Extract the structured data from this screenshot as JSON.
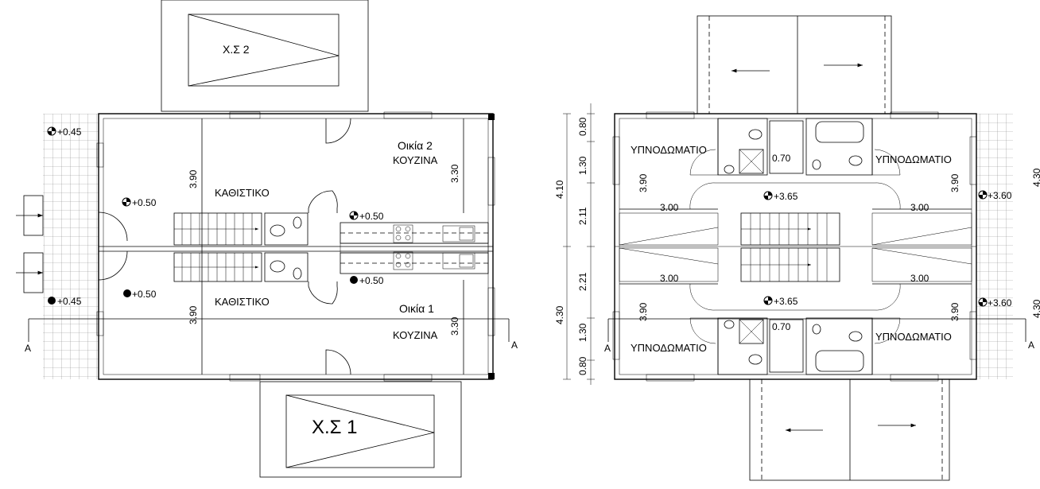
{
  "ground_floor": {
    "garage_2_label": "Χ.Σ 2",
    "garage_1_label": "Χ.Σ 1",
    "house_2_label": "Οικία 2",
    "house_1_label": "Οικία 1",
    "kitchen_2_label": "ΚΟΥΖΙΝΑ",
    "kitchen_1_label": "ΚΟΥΖΙΝΑ",
    "living_2_label": "ΚΑΘΙΣΤΙΚΟ",
    "living_1_label": "ΚΑΘΙΣΤΙΚΟ",
    "level_terrace_top": "+0.45",
    "level_terrace_bottom": "+0.45",
    "level_living_2": "+0.50",
    "level_living_1": "+0.50",
    "level_kitchen_2": "+0.50",
    "level_kitchen_1": "+0.50",
    "dim_living_2": "3.90",
    "dim_living_1": "3.90",
    "dim_kitchen_2": "3.30",
    "dim_kitchen_1": "3.30",
    "section_left": "A",
    "section_right": "A"
  },
  "upper_floor": {
    "bedroom_top_left": "ΥΠΝΟΔΩΜΑΤΙΟ",
    "bedroom_top_right": "ΥΠΝΟΔΩΜΑΤΙΟ",
    "bedroom_bottom_left": "ΥΠΝΟΔΩΜΑΤΙΟ",
    "bedroom_bottom_right": "ΥΠΝΟΔΩΜΑΤΙΟ",
    "level_top_hall": "+3.65",
    "level_bottom_hall": "+3.65",
    "level_top_terrace": "+3.60",
    "level_bottom_terrace": "+3.60",
    "dim_top_wc": "0.70",
    "dim_bottom_wc": "0.70",
    "dim_top_left_width": "3.00",
    "dim_top_right_width": "3.00",
    "dim_bottom_left_width": "3.00",
    "dim_bottom_right_width": "3.00",
    "dim_top_left_bed": "3.90",
    "dim_top_right_bed": "3.90",
    "dim_bottom_left_bed": "3.90",
    "dim_bottom_right_bed": "3.90",
    "chain_0_80_top": "0.80",
    "chain_1_30_top": "1.30",
    "chain_2_11": "2.11",
    "chain_2_21": "2.21",
    "chain_1_30_bottom": "1.30",
    "chain_0_80_bottom": "0.80",
    "total_top": "4.10",
    "total_bottom": "4.30",
    "edge_top": "4.30",
    "edge_bottom": "4.30",
    "section_left": "A",
    "section_right": "A"
  }
}
